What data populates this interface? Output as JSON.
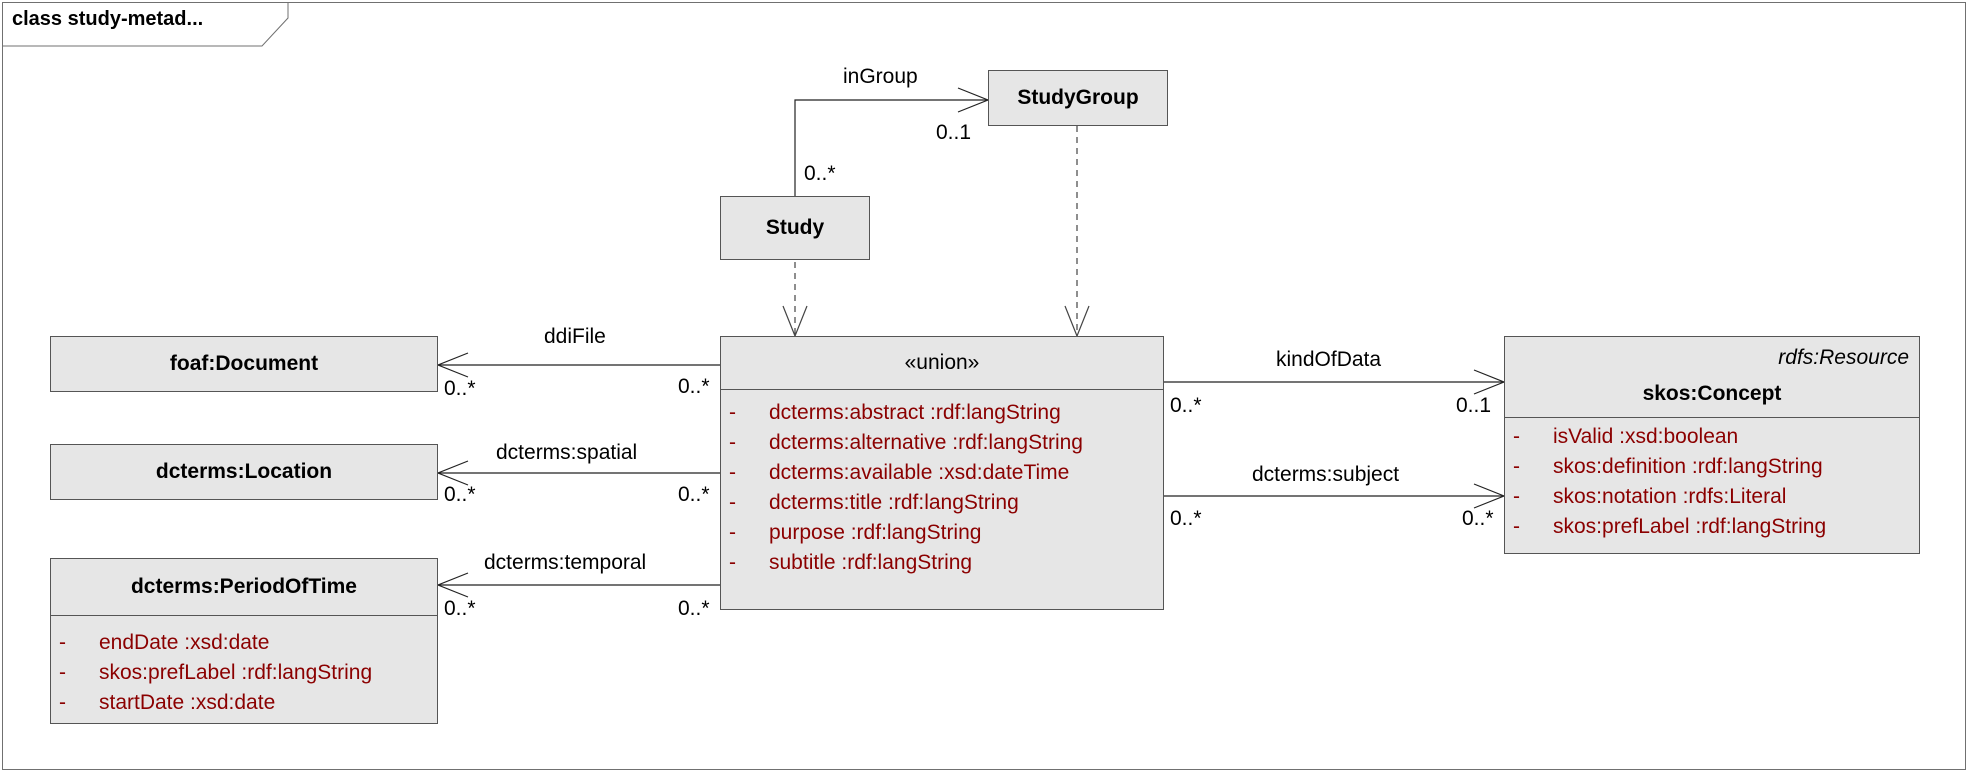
{
  "diagram": {
    "frame_title": "class study-metad...",
    "classes": {
      "study_group": {
        "name": "StudyGroup"
      },
      "study": {
        "name": "Study"
      },
      "foaf_document": {
        "name": "foaf:Document"
      },
      "dcterms_location": {
        "name": "dcterms:Location"
      },
      "period_of_time": {
        "name": "dcterms:PeriodOfTime",
        "attributes": [
          {
            "visibility": "-",
            "text": "endDate  :xsd:date"
          },
          {
            "visibility": "-",
            "text": "skos:prefLabel  :rdf:langString"
          },
          {
            "visibility": "-",
            "text": "startDate  :xsd:date"
          }
        ]
      },
      "union": {
        "name": "«union»",
        "attributes": [
          {
            "visibility": "-",
            "text": "dcterms:abstract  :rdf:langString"
          },
          {
            "visibility": "-",
            "text": "dcterms:alternative  :rdf:langString"
          },
          {
            "visibility": "-",
            "text": "dcterms:available  :xsd:dateTime"
          },
          {
            "visibility": "-",
            "text": "dcterms:title  :rdf:langString"
          },
          {
            "visibility": "-",
            "text": "purpose  :rdf:langString"
          },
          {
            "visibility": "-",
            "text": "subtitle  :rdf:langString"
          }
        ]
      },
      "skos_concept": {
        "stereotype": "rdfs:Resource",
        "name": "skos:Concept",
        "attributes": [
          {
            "visibility": "-",
            "text": "isValid  :xsd:boolean"
          },
          {
            "visibility": "-",
            "text": "skos:definition  :rdf:langString"
          },
          {
            "visibility": "-",
            "text": "skos:notation  :rdfs:Literal"
          },
          {
            "visibility": "-",
            "text": "skos:prefLabel  :rdf:langString"
          }
        ]
      }
    },
    "associations": {
      "in_group": {
        "label": "inGroup",
        "source_mult": "0..*",
        "target_mult": "0..1"
      },
      "ddi_file": {
        "label": "ddiFile",
        "source_mult": "0..*",
        "target_mult": "0..*"
      },
      "spatial": {
        "label": "dcterms:spatial",
        "source_mult": "0..*",
        "target_mult": "0..*"
      },
      "temporal": {
        "label": "dcterms:temporal",
        "source_mult": "0..*",
        "target_mult": "0..*"
      },
      "kind_of_data": {
        "label": "kindOfData",
        "source_mult": "0..*",
        "target_mult": "0..1"
      },
      "subject": {
        "label": "dcterms:subject",
        "source_mult": "0..*",
        "target_mult": "0..*"
      }
    }
  }
}
